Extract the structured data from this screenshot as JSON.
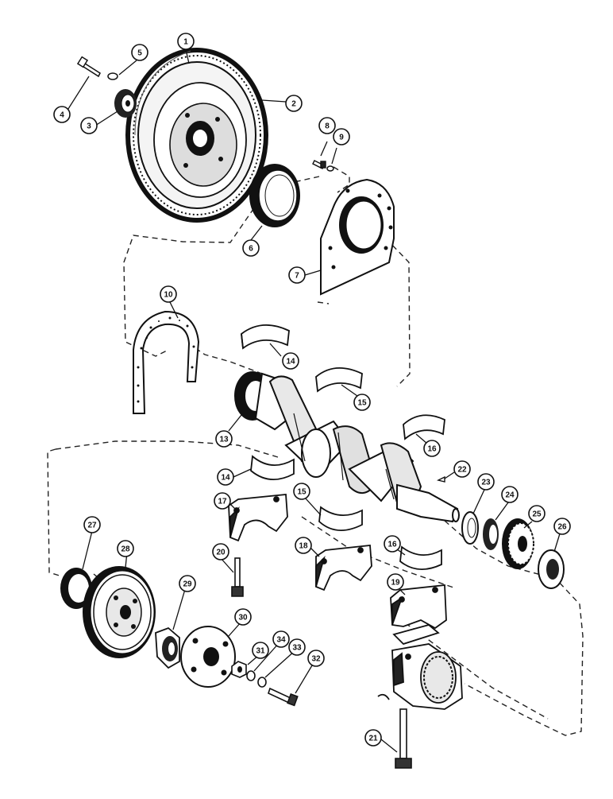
{
  "diagram": {
    "callouts": [
      {
        "id": "c1",
        "label": "1"
      },
      {
        "id": "c2",
        "label": "2"
      },
      {
        "id": "c3",
        "label": "3"
      },
      {
        "id": "c4",
        "label": "4"
      },
      {
        "id": "c5",
        "label": "5"
      },
      {
        "id": "c6",
        "label": "6"
      },
      {
        "id": "c7",
        "label": "7"
      },
      {
        "id": "c8",
        "label": "8"
      },
      {
        "id": "c9",
        "label": "9"
      },
      {
        "id": "c10",
        "label": "10"
      },
      {
        "id": "c13",
        "label": "13"
      },
      {
        "id": "c14a",
        "label": "14"
      },
      {
        "id": "c14b",
        "label": "14"
      },
      {
        "id": "c15a",
        "label": "15"
      },
      {
        "id": "c15b",
        "label": "15"
      },
      {
        "id": "c16a",
        "label": "16"
      },
      {
        "id": "c16b",
        "label": "16"
      },
      {
        "id": "c17",
        "label": "17"
      },
      {
        "id": "c18",
        "label": "18"
      },
      {
        "id": "c19",
        "label": "19"
      },
      {
        "id": "c20",
        "label": "20"
      },
      {
        "id": "c21",
        "label": "21"
      },
      {
        "id": "c22",
        "label": "22"
      },
      {
        "id": "c23",
        "label": "23"
      },
      {
        "id": "c24",
        "label": "24"
      },
      {
        "id": "c25",
        "label": "25"
      },
      {
        "id": "c26",
        "label": "26"
      },
      {
        "id": "c27",
        "label": "27"
      },
      {
        "id": "c28",
        "label": "28"
      },
      {
        "id": "c29",
        "label": "29"
      },
      {
        "id": "c30",
        "label": "30"
      },
      {
        "id": "c31",
        "label": "31"
      },
      {
        "id": "c32",
        "label": "32"
      },
      {
        "id": "c33",
        "label": "33"
      },
      {
        "id": "c34",
        "label": "34"
      }
    ]
  }
}
